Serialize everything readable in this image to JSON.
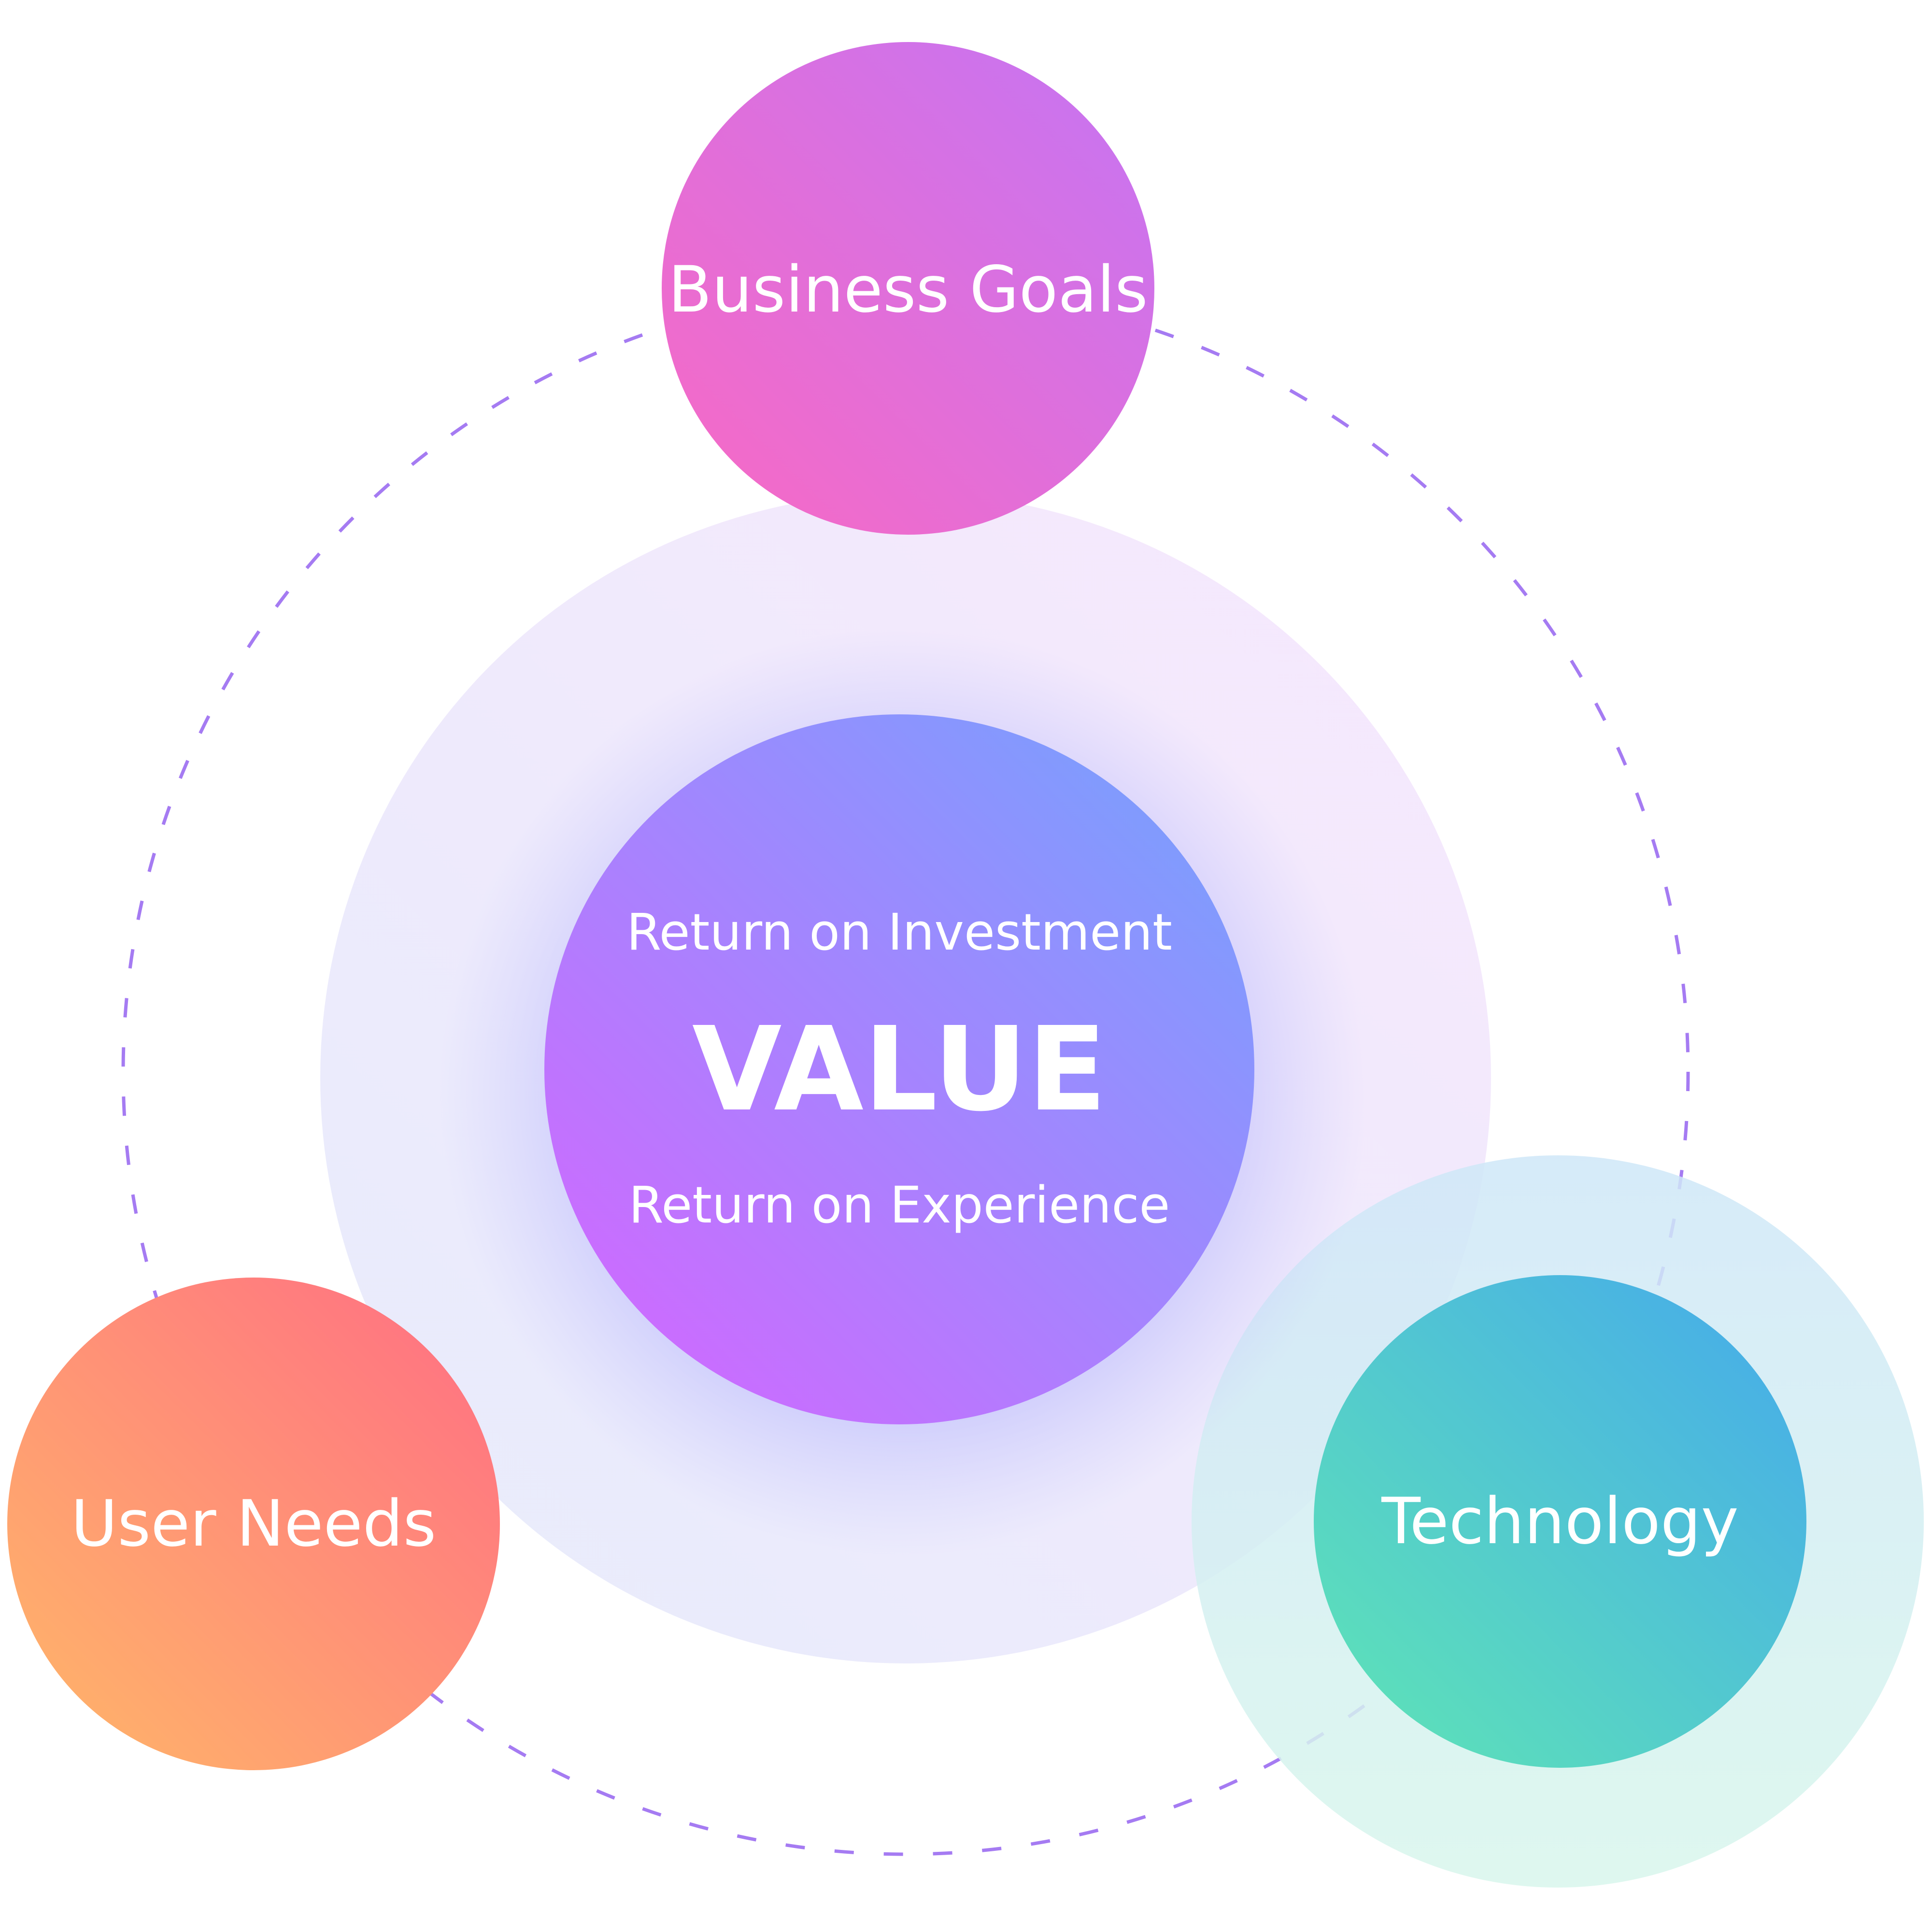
{
  "center": {
    "title": "VALUE",
    "top_line": "Return on Investment",
    "bottom_line": "Return on Experience"
  },
  "nodes": {
    "business_goals": "Business Goals",
    "user_needs": "User Needs",
    "technology": "Technology"
  },
  "colors": {
    "dash": "#a57bf2",
    "business_from": "#f46bc6",
    "business_to": "#c974f2",
    "user_from": "#fdb06b",
    "user_to": "#ff7480",
    "tech_from": "#5ce0b8",
    "tech_to": "#48b0e8",
    "center_from": "#d06bff",
    "center_to": "#7f9cff"
  }
}
